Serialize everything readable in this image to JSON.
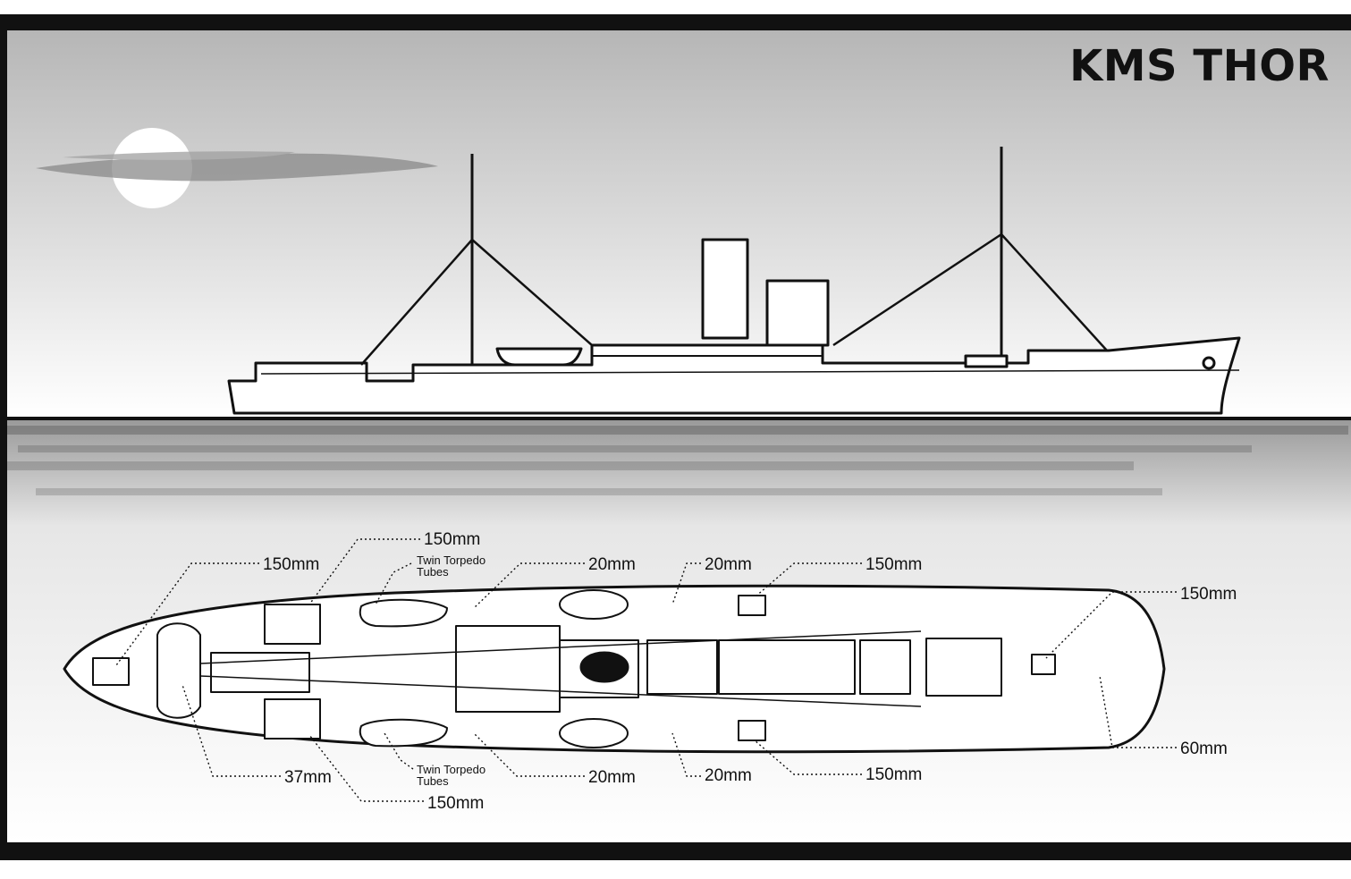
{
  "title": "KMS THOR",
  "colors": {
    "frame": "#111111",
    "sky_top": "#b9b9b9",
    "sky_bottom": "#ffffff",
    "sea": "#8f8f8f",
    "ink": "#111111"
  },
  "icons": [
    "moon-icon",
    "ship-profile-icon",
    "ship-plan-icon"
  ],
  "labels": [
    {
      "id": "gun-150-bow-left",
      "text": "150mm"
    },
    {
      "id": "gun-150-top-fwd",
      "text": "150mm"
    },
    {
      "id": "torpedo-top",
      "text": "Twin Torpedo Tubes"
    },
    {
      "id": "aa-20-top-1",
      "text": "20mm"
    },
    {
      "id": "aa-20-top-2",
      "text": "20mm"
    },
    {
      "id": "gun-150-top-aft",
      "text": "150mm"
    },
    {
      "id": "gun-150-stern",
      "text": "150mm"
    },
    {
      "id": "gun-37",
      "text": "37mm"
    },
    {
      "id": "gun-150-bottom-fwd",
      "text": "150mm"
    },
    {
      "id": "torpedo-bottom",
      "text": "Twin Torpedo Tubes"
    },
    {
      "id": "aa-20-bottom-1",
      "text": "20mm"
    },
    {
      "id": "aa-20-bottom-2",
      "text": "20mm"
    },
    {
      "id": "gun-150-bottom-aft",
      "text": "150mm"
    },
    {
      "id": "gun-60",
      "text": "60mm"
    }
  ]
}
